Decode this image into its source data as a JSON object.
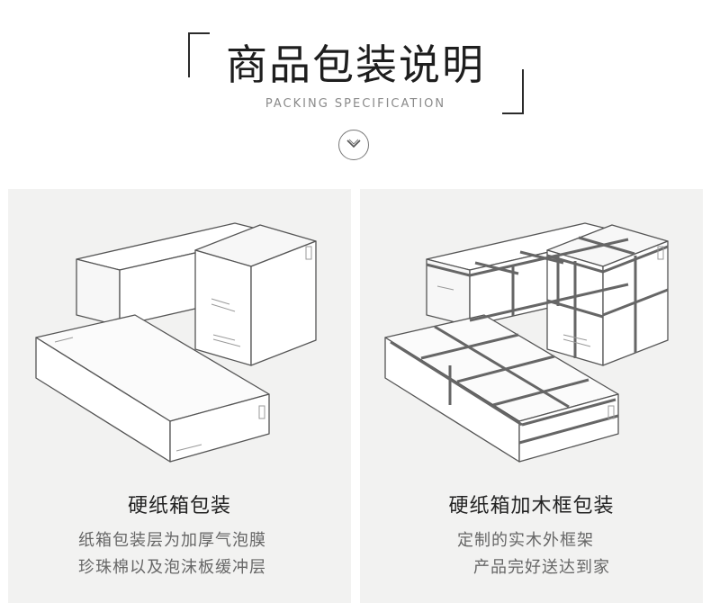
{
  "header": {
    "title": "商品包装说明",
    "subtitle": "PACKING SPECIFICATION"
  },
  "icons": {
    "expand": "chevron-down-icon"
  },
  "cards": [
    {
      "title": "硬纸箱包装",
      "lines": [
        "纸箱包装层为加厚气泡膜",
        "珍珠棉以及泡沫板缓冲层"
      ]
    },
    {
      "title": "硬纸箱加木框包装",
      "lines": [
        "定制的实木外框架",
        "产品完好送达到家"
      ]
    }
  ]
}
